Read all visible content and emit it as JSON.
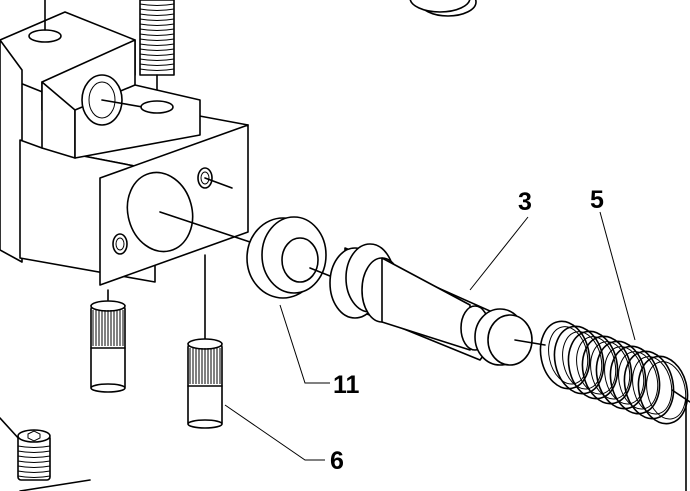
{
  "callouts": [
    {
      "id": "part-3",
      "label": "3"
    },
    {
      "id": "part-5",
      "label": "5"
    },
    {
      "id": "part-11",
      "label": "11"
    },
    {
      "id": "part-6",
      "label": "6"
    }
  ],
  "colors": {
    "ink": "#000000",
    "paper": "#ffffff"
  }
}
